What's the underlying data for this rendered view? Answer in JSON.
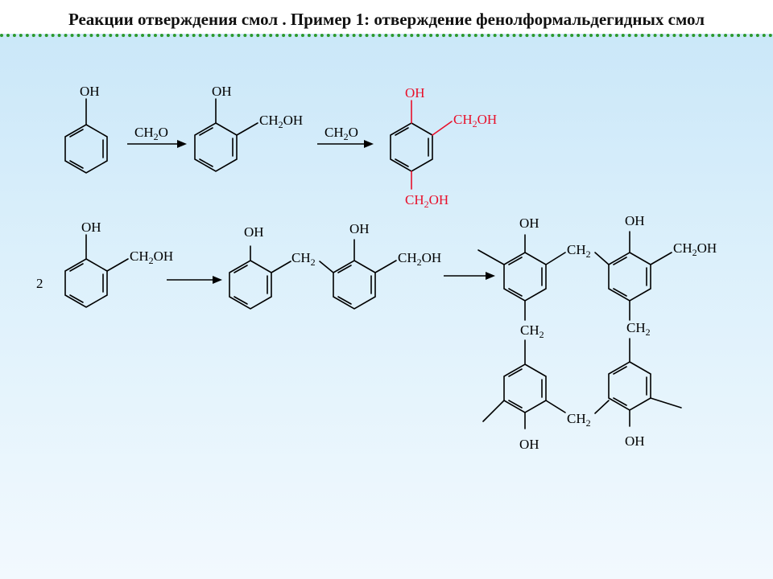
{
  "header": {
    "title": "Реакции отверждения смол . Пример 1: отверждение фенолформальдегидных смол"
  },
  "colors": {
    "highlight": "#e8102a",
    "rule": "#2c9a2c"
  },
  "labels": {
    "oh": "OH",
    "ch2": "CH",
    "ch2oh_pre": "CH",
    "ch2oh_post": "OH",
    "sub2": "2",
    "reagent_pre": "CH",
    "reagent_post": "O",
    "coefficient": "2"
  }
}
